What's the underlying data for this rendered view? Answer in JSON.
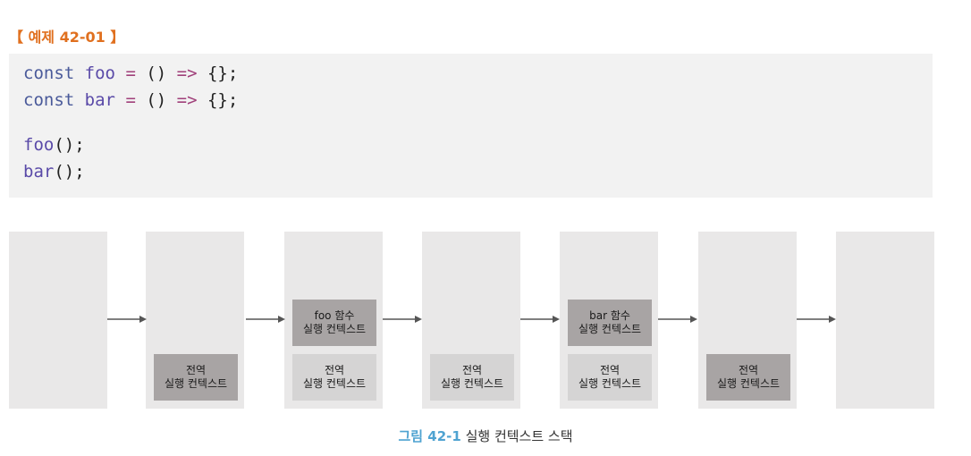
{
  "example": {
    "title": "【 예제 42-01 】"
  },
  "code": {
    "lines": [
      [
        {
          "t": "const",
          "c": "kw"
        },
        {
          "t": " ",
          "c": "p"
        },
        {
          "t": "foo",
          "c": "fn"
        },
        {
          "t": " ",
          "c": "p"
        },
        {
          "t": "=",
          "c": "op"
        },
        {
          "t": " () ",
          "c": "p"
        },
        {
          "t": "=>",
          "c": "op"
        },
        {
          "t": " {};",
          "c": "p"
        }
      ],
      [
        {
          "t": "const",
          "c": "kw"
        },
        {
          "t": " ",
          "c": "p"
        },
        {
          "t": "bar",
          "c": "fn"
        },
        {
          "t": " ",
          "c": "p"
        },
        {
          "t": "=",
          "c": "op"
        },
        {
          "t": " () ",
          "c": "p"
        },
        {
          "t": "=>",
          "c": "op"
        },
        {
          "t": " {};",
          "c": "p"
        }
      ],
      [],
      [
        {
          "t": "foo",
          "c": "fn"
        },
        {
          "t": "();",
          "c": "p"
        }
      ],
      [
        {
          "t": "bar",
          "c": "fn"
        },
        {
          "t": "();",
          "c": "p"
        }
      ]
    ]
  },
  "diagram": {
    "frames": {
      "global_line1": "전역",
      "global_line2": "실행 컨텍스트",
      "foo_line1": "foo 함수",
      "foo_line2": "실행 컨텍스트",
      "bar_line1": "bar 함수",
      "bar_line2": "실행 컨텍스트"
    }
  },
  "caption": {
    "label": "그림 42-1",
    "text": " 실행 컨텍스트 스택"
  },
  "colors": {
    "accent_orange": "#e0701f",
    "accent_blue": "#4fa3d1",
    "stack_bg": "#e9e8e8",
    "frame_active": "#a8a4a4",
    "frame_inactive": "#d5d4d4"
  }
}
